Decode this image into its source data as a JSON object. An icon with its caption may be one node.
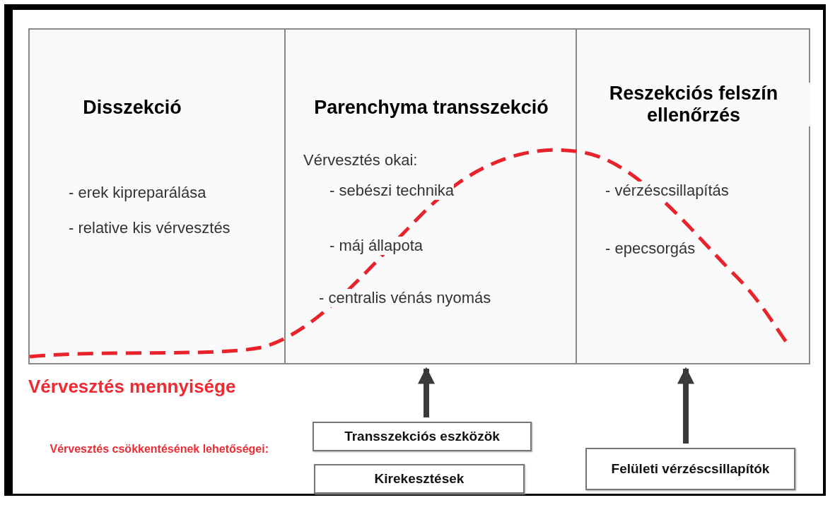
{
  "diagram": {
    "nodes": [
      {
        "text": [
          "Disszekció",
          "- erek kipreparálása",
          "- relative kis vérvesztés"
        ]
      },
      {
        "text": [
          "Parenchyma transszekció",
          "Vérvesztés okai:",
          "- sebészi technika",
          "- máj állapota",
          "- centralis vénás nyomás"
        ]
      },
      {
        "text": [
          "Reszekciós felszín ellenőrzés",
          "- vérzéscsillapítás",
          "- epecsorgás"
        ]
      },
      {
        "text": [
          "Transszekciós eszközök"
        ]
      },
      {
        "text": [
          "Kirekesztések"
        ]
      },
      {
        "text": [
          "Felületi vérzéscsillapítók"
        ]
      }
    ],
    "edges": [
      {
        "from": 3,
        "to": 1,
        "arrow": "to"
      },
      {
        "from": 5,
        "to": 2,
        "arrow": "to"
      }
    ],
    "labels": [
      "Vérvesztés mennyisége",
      "Vérvesztés csökkentésének lehetőségei:"
    ]
  }
}
